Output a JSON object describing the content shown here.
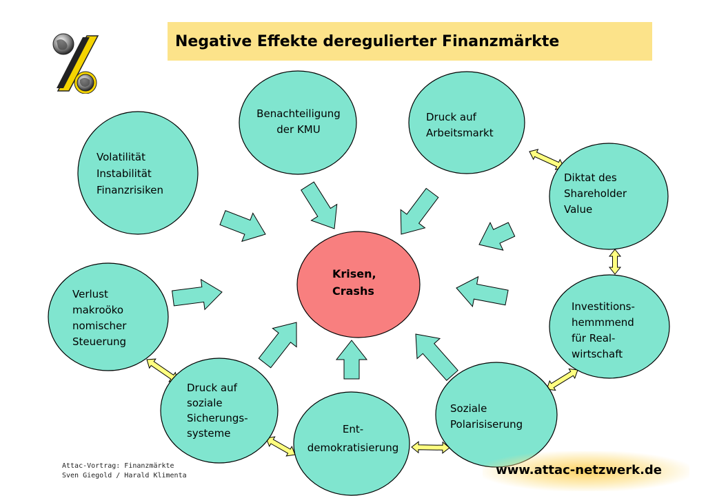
{
  "title": "Negative Effekte deregulierter Finanzmärkte",
  "center": {
    "lines": [
      "Krisen,",
      "Crashs"
    ]
  },
  "nodes": [
    {
      "id": "volatilitaet",
      "lines": [
        "Volatilität",
        "Instabilität",
        "Finanzrisiken"
      ]
    },
    {
      "id": "kmu",
      "lines": [
        "Benachteiligung",
        "der KMU"
      ]
    },
    {
      "id": "arbeitsmarkt",
      "lines": [
        "Druck auf",
        "Arbeitsmarkt"
      ]
    },
    {
      "id": "shareholder",
      "lines": [
        "Diktat des",
        "Shareholder",
        "Value"
      ]
    },
    {
      "id": "investitionen",
      "lines": [
        "Investitions-",
        "hemmmend",
        "für Real-",
        "wirtschaft"
      ]
    },
    {
      "id": "polarisierung",
      "lines": [
        "Soziale",
        "Polarisiserung"
      ]
    },
    {
      "id": "demokratisierung",
      "lines": [
        "Ent-",
        "demokratisierung"
      ]
    },
    {
      "id": "sicherung",
      "lines": [
        "Druck auf",
        "soziale",
        "Sicherungs-",
        "systeme"
      ]
    },
    {
      "id": "steuerung",
      "lines": [
        "Verlust",
        "makroöko",
        "nomischer",
        "Steuerung"
      ]
    }
  ],
  "footer": {
    "line1": "Attac-Vortrag: Finanzmärkte",
    "line2": "Sven Giegold / Harald Klimenta"
  },
  "url": "www.attac-netzwerk.de",
  "colors": {
    "node_fill": "#80e5cf",
    "center_fill": "#f87f7f",
    "arrow_fill": "#80e5cf",
    "link_arrow_fill": "#ffff80",
    "title_bg": "#fce38a"
  },
  "logo_icon": "attac-logo-icon"
}
